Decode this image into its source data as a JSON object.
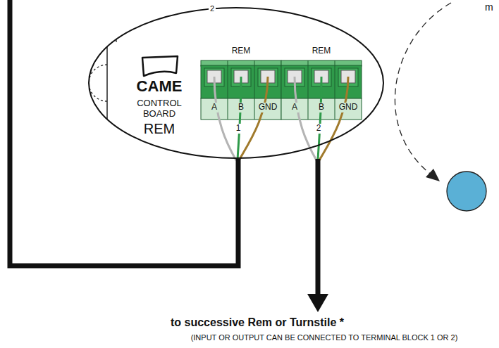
{
  "diagram": {
    "nodes": [
      {
        "text": [
          "CAME",
          "CONTROL BOARD",
          "REM"
        ]
      },
      {
        "text": [
          "REM",
          "A",
          "B",
          "GND"
        ],
        "in": 0
      },
      {
        "text": [
          "REM",
          "A",
          "B",
          "GND"
        ],
        "in": 0
      }
    ],
    "labels": [
      "2",
      "1",
      "2",
      "to successive Rem or Turnstile *",
      "(INPUT OR OUTPUT CAN BE CONNECTED TO TERMINAL BLOCK 1 OR 2)",
      "m"
    ]
  }
}
